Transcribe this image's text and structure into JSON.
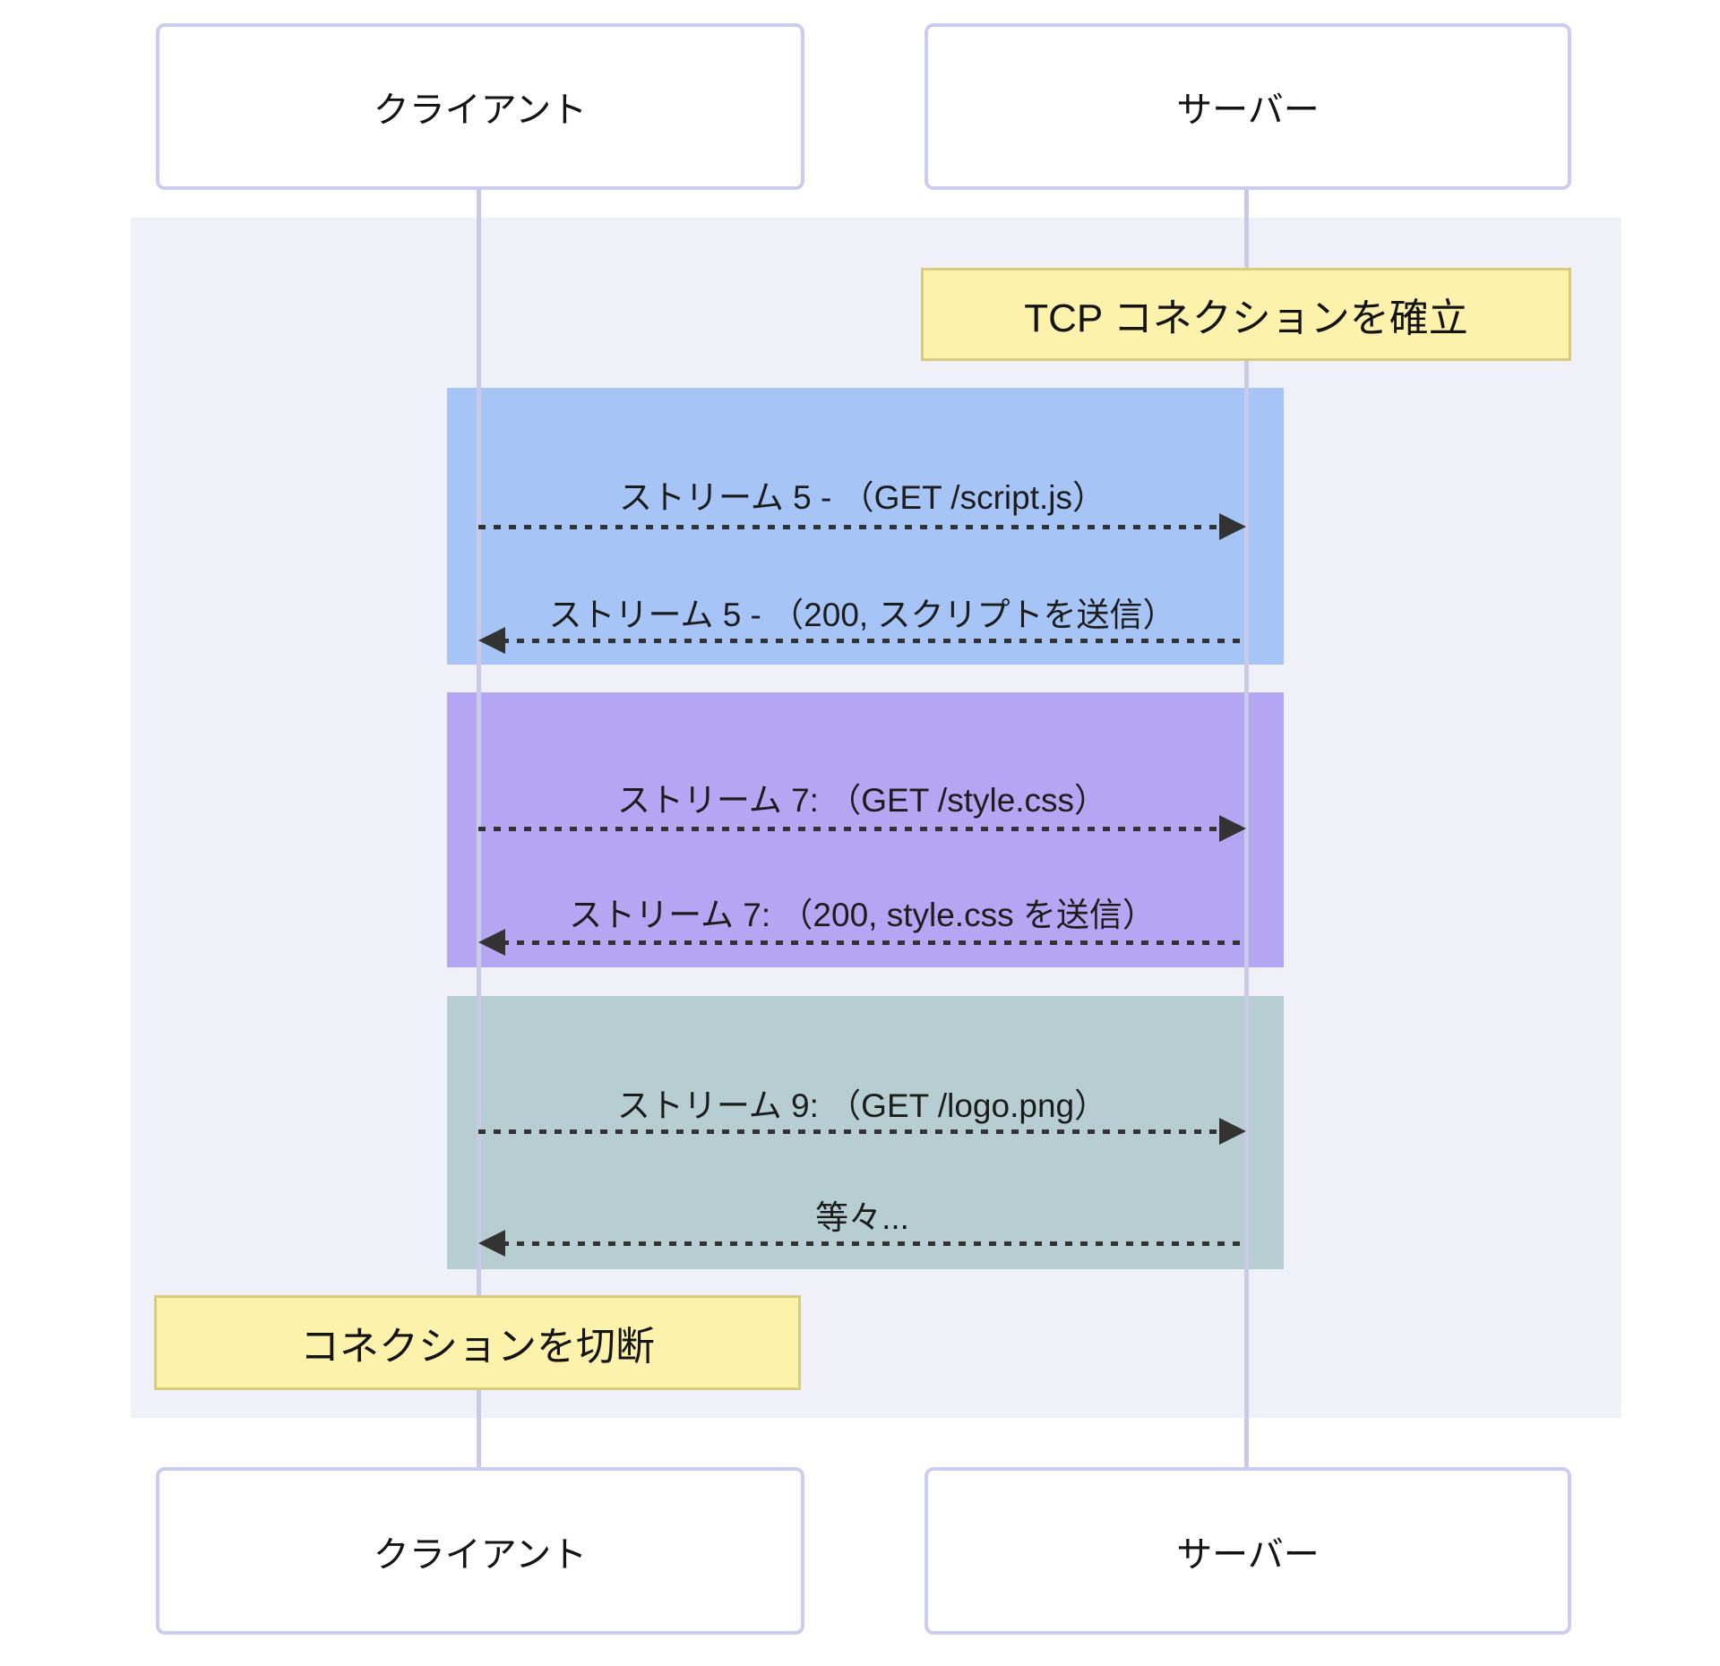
{
  "diagram": {
    "type": "sequence",
    "actors": [
      {
        "id": "client",
        "label": "クライアント"
      },
      {
        "id": "server",
        "label": "サーバー"
      }
    ],
    "notes": {
      "tcp": {
        "text": "TCP コネクションを確立",
        "over": "server"
      },
      "disconnect": {
        "text": "コネクションを切断",
        "over": "client"
      }
    },
    "streams": [
      {
        "name": "stream-5",
        "fill": "#a7c4f7",
        "request": {
          "text": "ストリーム 5 - （GET /script.js）",
          "from": "client",
          "to": "server"
        },
        "response": {
          "text": "ストリーム 5 - （200, スクリプトを送信）",
          "from": "server",
          "to": "client"
        }
      },
      {
        "name": "stream-7",
        "fill": "#b4a6f2",
        "request": {
          "text": "ストリーム 7: （GET /style.css）",
          "from": "client",
          "to": "server"
        },
        "response": {
          "text": "ストリーム 7: （200, style.css を送信）",
          "from": "server",
          "to": "client"
        }
      },
      {
        "name": "stream-9",
        "fill": "#b6ced1",
        "request": {
          "text": "ストリーム 9: （GET /logo.png）",
          "from": "client",
          "to": "server"
        },
        "response": {
          "text": "等々...",
          "from": "server",
          "to": "client"
        }
      }
    ],
    "colors": {
      "background_band": "#f0f0f9",
      "lifeline": "#c9c9e8",
      "actor_border": "#ccccee",
      "note_fill": "#fdf2ac",
      "note_border": "#d9cb7d",
      "arrow": "#333333"
    }
  }
}
